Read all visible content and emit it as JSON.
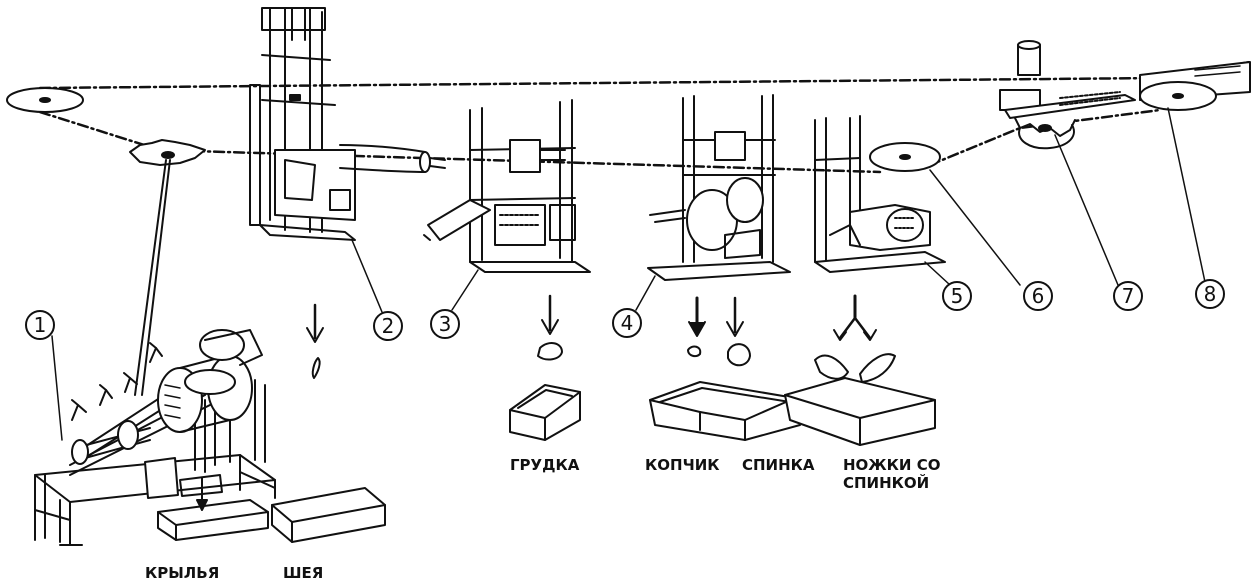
{
  "station_numbers": [
    "1",
    "2",
    "3",
    "4",
    "5",
    "6",
    "7",
    "8"
  ],
  "products": {
    "wings": "КРЫЛЬЯ",
    "neck": "ШЕЯ",
    "breast": "ГРУДКА",
    "tailbone": "КОПЧИК",
    "back": "СПИНКА",
    "legs_line1": "НОЖКИ СО",
    "legs_line2": "СПИНКОЙ"
  },
  "colors": {
    "ink": "#111111",
    "paper": "#ffffff",
    "shade": "#555555"
  }
}
